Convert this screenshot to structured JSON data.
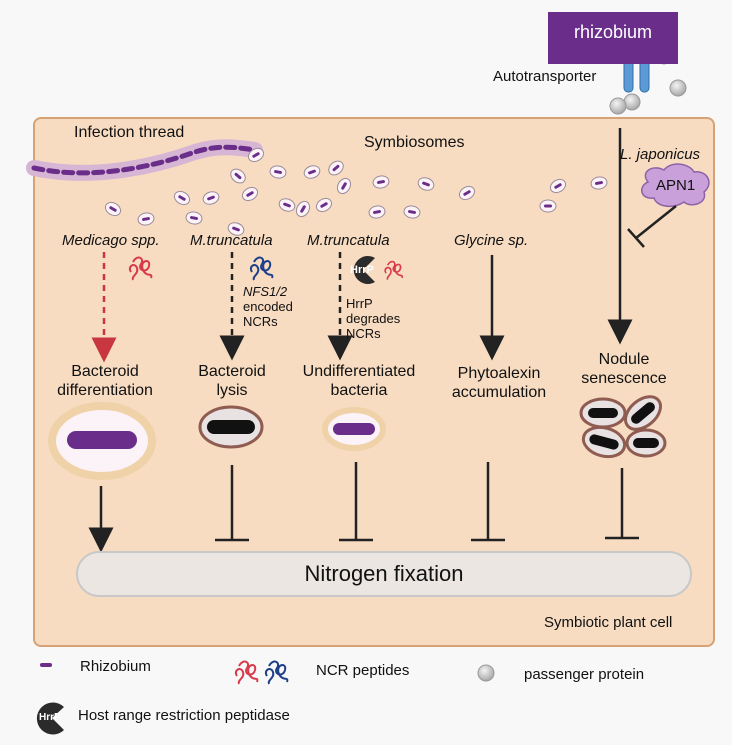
{
  "top": {
    "rhizobium": "rhizobium",
    "autotransporter": "Autotransporter"
  },
  "cell": {
    "infection_thread": "Infection thread",
    "symbiosomes": "Symbiosomes",
    "symbiotic_plant_cell": "Symbiotic plant cell"
  },
  "columns": [
    {
      "species": "Medicago spp.",
      "outcome": "Bacteroid differentiation",
      "outcome_lines": [
        "Bacteroid",
        "differentiation"
      ]
    },
    {
      "species": "M.truncatula",
      "note_lines": [
        "NFS1/2",
        "encoded",
        "NCRs"
      ],
      "outcome_lines": [
        "Bacteroid",
        "lysis"
      ]
    },
    {
      "species": "M.truncatula",
      "peptidase_label": "HrrP",
      "note_lines": [
        "HrrP",
        "degrades",
        "NCRs"
      ],
      "outcome_lines": [
        "Undifferentiated",
        "bacteria"
      ]
    },
    {
      "species": "Glycine sp.",
      "outcome_lines": [
        "Phytoalexin",
        "accumulation"
      ]
    },
    {
      "species": "L. japonicus",
      "protein": "APN1",
      "outcome_lines": [
        "Nodule",
        "senescence"
      ]
    }
  ],
  "center": {
    "nitrogen_fixation": "Nitrogen fixation"
  },
  "legend": {
    "rhizobium": "Rhizobium",
    "ncr_peptides": "NCR peptides",
    "passenger_protein": "passenger protein",
    "peptidase_icon_label": "HrrP",
    "peptidase": "Host range restriction peptidase"
  },
  "colors": {
    "cell_fill": "#f7dcc2",
    "cell_border": "#d6a276",
    "rhizobium": "#6a2d8a",
    "ncr_red": "#d83a4a",
    "ncr_blue": "#1d3f8a",
    "autotransporter": "#5b9bd5"
  }
}
